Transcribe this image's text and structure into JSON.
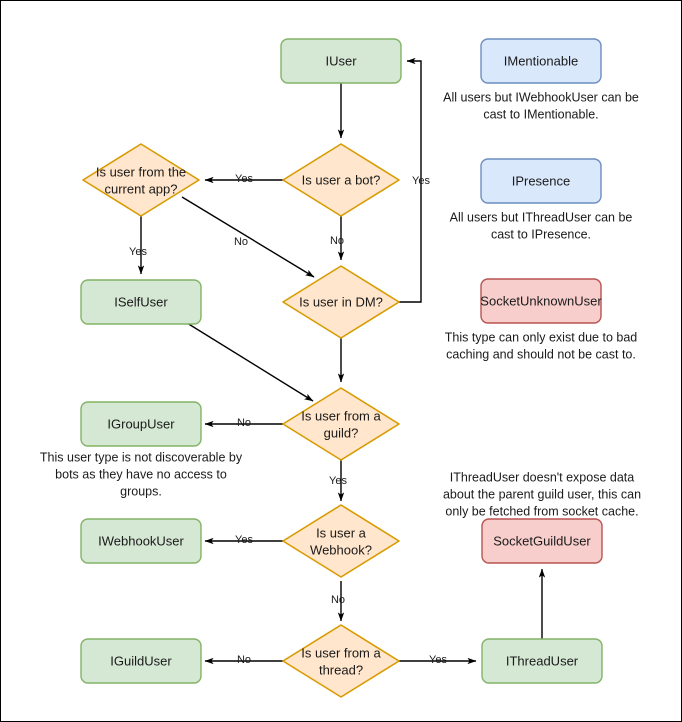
{
  "diagram": {
    "title": "Discord.Net user type cast decision flowchart",
    "colors": {
      "green_fill": "#d5e8d4",
      "green_stroke": "#82b366",
      "orange_fill": "#ffe6cc",
      "orange_stroke": "#d79b00",
      "blue_fill": "#dae8fc",
      "blue_stroke": "#6c8ebf",
      "red_fill": "#f8cecc",
      "red_stroke": "#b85450",
      "edge": "#000000",
      "text": "#1a1a1a",
      "page_border": "#000000"
    },
    "nodes": {
      "iuser": {
        "label": "IUser",
        "shape": "rounded-rect",
        "style": "green"
      },
      "is_bot": {
        "label_line1": "Is user a bot?",
        "shape": "diamond",
        "style": "orange"
      },
      "is_current_app": {
        "label_line1": "Is user from the",
        "label_line2": "current app?",
        "shape": "diamond",
        "style": "orange"
      },
      "iselfuser": {
        "label": "ISelfUser",
        "shape": "rounded-rect",
        "style": "green"
      },
      "is_in_dm": {
        "label_line1": "Is user in DM?",
        "shape": "diamond",
        "style": "orange"
      },
      "is_from_guild": {
        "label_line1": "Is user from a",
        "label_line2": "guild?",
        "shape": "diamond",
        "style": "orange"
      },
      "igroupuser": {
        "label": "IGroupUser",
        "shape": "rounded-rect",
        "style": "green"
      },
      "is_webhook": {
        "label_line1": "Is user a",
        "label_line2": "Webhook?",
        "shape": "diamond",
        "style": "orange"
      },
      "iwebhookuser": {
        "label": "IWebhookUser",
        "shape": "rounded-rect",
        "style": "green"
      },
      "is_from_thread": {
        "label_line1": "Is user from a",
        "label_line2": "thread?",
        "shape": "diamond",
        "style": "orange"
      },
      "iguilduser": {
        "label": "IGuildUser",
        "shape": "rounded-rect",
        "style": "green"
      },
      "ithreaduser": {
        "label": "IThreadUser",
        "shape": "rounded-rect",
        "style": "green"
      },
      "imentionable": {
        "label": "IMentionable",
        "shape": "rounded-rect",
        "style": "blue"
      },
      "ipresence": {
        "label": "IPresence",
        "shape": "rounded-rect",
        "style": "blue"
      },
      "socketunknownuser": {
        "label": "SocketUnknownUser",
        "shape": "rounded-rect",
        "style": "red"
      },
      "socketguilduser": {
        "label": "SocketGuildUser",
        "shape": "rounded-rect",
        "style": "red"
      }
    },
    "edge_labels": {
      "bot_yes": "Yes",
      "bot_no": "No",
      "dm_yes": "Yes",
      "current_app_yes": "Yes",
      "current_app_no": "No",
      "guild_no": "No",
      "guild_yes": "Yes",
      "webhook_yes": "Yes",
      "webhook_no": "No",
      "thread_no": "No",
      "thread_yes": "Yes"
    },
    "notes": {
      "imentionable": {
        "line1": "All users but IWebhookUser can be",
        "line2": "cast to IMentionable."
      },
      "ipresence": {
        "line1": "All users but IThreadUser can be",
        "line2": "cast to IPresence."
      },
      "socketunknownuser": {
        "line1": "This type can only exist due to bad",
        "line2": "caching and should not be cast to."
      },
      "igroupuser": {
        "line1": "This user type is not discoverable by",
        "line2": "bots as they have no access to",
        "line3": "groups."
      },
      "socketguilduser": {
        "line1": "IThreadUser doesn't expose data",
        "line2": "about the parent guild user, this can",
        "line3": "only be fetched from socket cache."
      }
    }
  }
}
